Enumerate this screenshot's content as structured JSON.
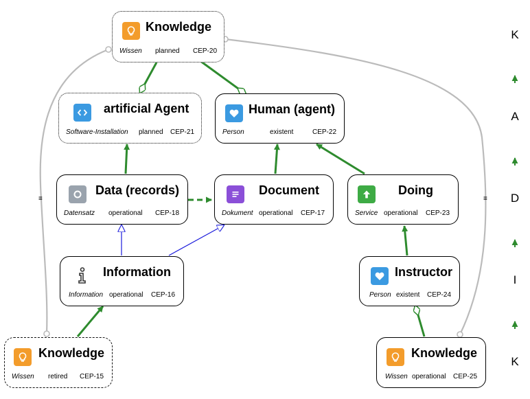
{
  "colors": {
    "bulb": "#f39c2b",
    "code": "#3b9ae1",
    "heart": "#3b9ae1",
    "record": "#9aa3ad",
    "document": "#8b4fd8",
    "service": "#3eab45",
    "info": "#333333",
    "edge_green": "#2e8b2e",
    "edge_blue": "#1a1adb",
    "edge_gray": "#bbbbbb"
  },
  "nodes": {
    "knowledge_top": {
      "title": "Knowledge",
      "type": "Wissen",
      "status": "planned",
      "code": "CEP-20",
      "icon": "lightbulb-icon"
    },
    "artificial_agent": {
      "title": "artificial Agent",
      "type": "Software-Installation",
      "status": "planned",
      "code": "CEP-21",
      "icon": "code-icon"
    },
    "human_agent": {
      "title": "Human (agent)",
      "type": "Person",
      "status": "existent",
      "code": "CEP-22",
      "icon": "heart-icon"
    },
    "data_records": {
      "title": "Data (records)",
      "type": "Datensatz",
      "status": "operational",
      "code": "CEP-18",
      "icon": "record-icon"
    },
    "document": {
      "title": "Document",
      "type": "Dokument",
      "status": "operational",
      "code": "CEP-17",
      "icon": "document-icon"
    },
    "doing": {
      "title": "Doing",
      "type": "Service",
      "status": "operational",
      "code": "CEP-23",
      "icon": "arrow-up-icon"
    },
    "information": {
      "title": "Information",
      "type": "Information",
      "status": "operational",
      "code": "CEP-16",
      "icon": "info-icon"
    },
    "instructor": {
      "title": "Instructor",
      "type": "Person",
      "status": "existent",
      "code": "CEP-24",
      "icon": "heart-icon"
    },
    "knowledge_bl": {
      "title": "Knowledge",
      "type": "Wissen",
      "status": "retired",
      "code": "CEP-15",
      "icon": "lightbulb-icon"
    },
    "knowledge_br": {
      "title": "Knowledge",
      "type": "Wissen",
      "status": "operational",
      "code": "CEP-25",
      "icon": "lightbulb-icon"
    }
  },
  "legend": {
    "l1": "K",
    "l2": "A",
    "l3": "D",
    "l4": "I",
    "l5": "K"
  },
  "equiv_symbol": "≡"
}
